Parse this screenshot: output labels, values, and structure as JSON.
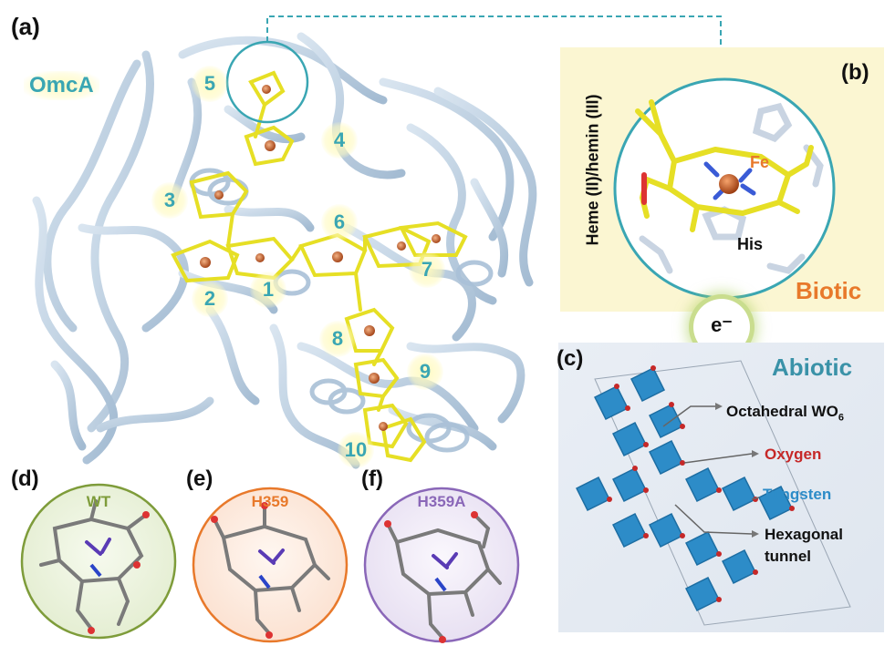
{
  "panels": {
    "a": {
      "label": "(a)",
      "protein_name": "OmcA",
      "heme_numbers": [
        "1",
        "2",
        "3",
        "4",
        "5",
        "6",
        "7",
        "8",
        "9",
        "10"
      ]
    },
    "b": {
      "label": "(b)",
      "vertical_text": "Heme (II)/hemin (III)",
      "fe_label": "Fe",
      "his_label": "His",
      "biotic_label": "Biotic"
    },
    "electron": {
      "label": "e⁻"
    },
    "c": {
      "label": "(c)",
      "abiotic_label": "Abiotic",
      "octahedral_label": "Octahedral WO",
      "octahedral_sub": "6",
      "oxygen_label": "Oxygen",
      "tungsten_label": "Tungsten",
      "hex_line1": "Hexagonal",
      "hex_line2": "tunnel"
    },
    "d": {
      "label": "(d)",
      "title": "WT"
    },
    "e": {
      "label": "(e)",
      "title": "H359"
    },
    "f": {
      "label": "(f)",
      "title": "H359A"
    }
  },
  "colors": {
    "teal": "#3aa6b3",
    "orange": "#e8792b",
    "purple": "#8a67b8",
    "green": "#7e9c3a",
    "oxygen_red": "#c62828",
    "tungsten_blue": "#2d8cc8",
    "heme_yellow": "#e6df25",
    "ribbon": "#b9cde0"
  }
}
